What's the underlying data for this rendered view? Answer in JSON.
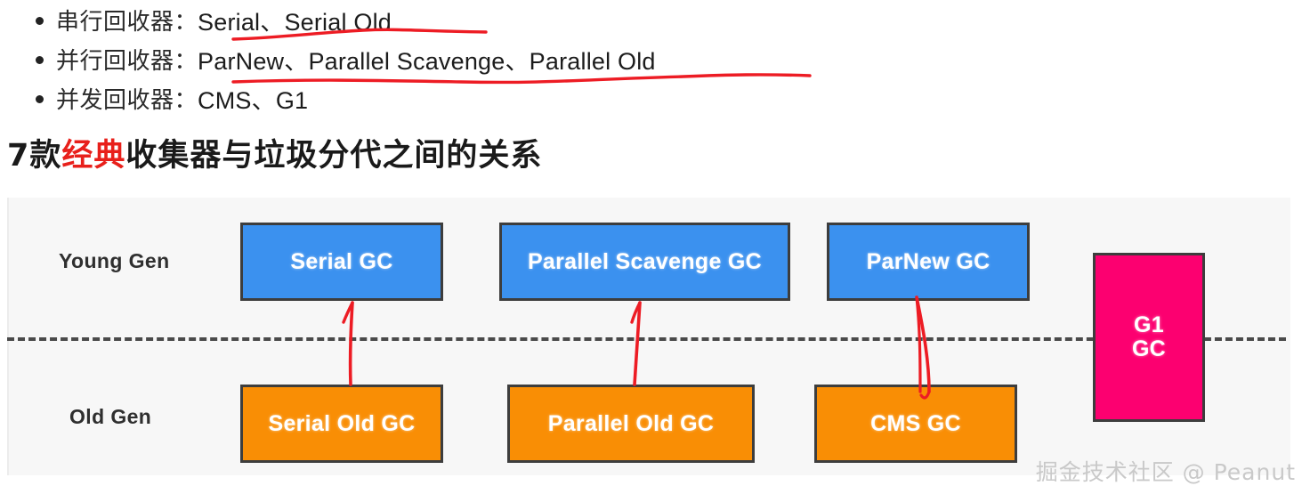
{
  "bullets": [
    {
      "cn": "串行回收器：",
      "en": "Serial、Serial Old"
    },
    {
      "cn": "并行回收器：",
      "en": "ParNew、Parallel Scavenge、Parallel Old"
    },
    {
      "cn": "并发回收器：",
      "en": "CMS、G1"
    }
  ],
  "heading": {
    "prefix": "7款",
    "highlight": "经典",
    "suffix": "收集器与垃圾分代之间的关系",
    "highlight_color": "#e8201b"
  },
  "diagram": {
    "generations": [
      {
        "label": "Young Gen"
      },
      {
        "label": "Old Gen"
      }
    ],
    "young_boxes": [
      {
        "label": "Serial GC",
        "color": "#3b91ef"
      },
      {
        "label": "Parallel Scavenge GC",
        "color": "#3b91ef"
      },
      {
        "label": "ParNew GC",
        "color": "#3b91ef"
      }
    ],
    "old_boxes": [
      {
        "label": "Serial Old GC",
        "color": "#f98e05"
      },
      {
        "label": "Parallel Old GC",
        "color": "#f98e05"
      },
      {
        "label": "CMS GC",
        "color": "#f98e05"
      }
    ],
    "spanning_box": {
      "line1": "G1",
      "line2": "GC",
      "color": "#fc0070"
    },
    "annotation_color": "#ed1c24",
    "divider_style": "dashed"
  },
  "watermark": "掘金技术社区 @ Peanut"
}
